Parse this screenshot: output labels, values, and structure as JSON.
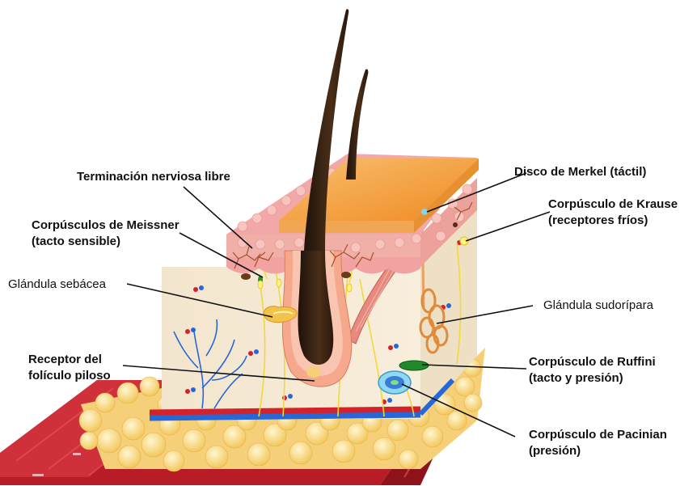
{
  "labels": {
    "terminacion": "Terminación nerviosa libre",
    "meissner_1": "Corpúsculos de Meissner",
    "meissner_2": "(tacto sensible)",
    "sebacea": "Glándula sebácea",
    "foliculo_1": "Receptor del",
    "foliculo_2": "folículo piloso",
    "merkel": "Disco de Merkel (táctil)",
    "krause_1": "Corpúsculo de Krause",
    "krause_2": "(receptores fríos)",
    "sudoripara": "Glándula sudorípara",
    "ruffini_1": "Corpúsculo de Ruffini",
    "ruffini_2": "(tacto y presión)",
    "pacinian_1": "Corpúsculo de Pacinian",
    "pacinian_2": "(presión)"
  },
  "colors": {
    "epidermis_top": "#f4a53c",
    "epidermis_pink": "#f2a2a0",
    "dermis": "#f6ead6",
    "fat": "#fbe09a",
    "muscle": "#c8222c",
    "hair": "#3a2412",
    "nerve": "#f0d93a",
    "artery": "#d3222a",
    "vein": "#2767d8"
  }
}
